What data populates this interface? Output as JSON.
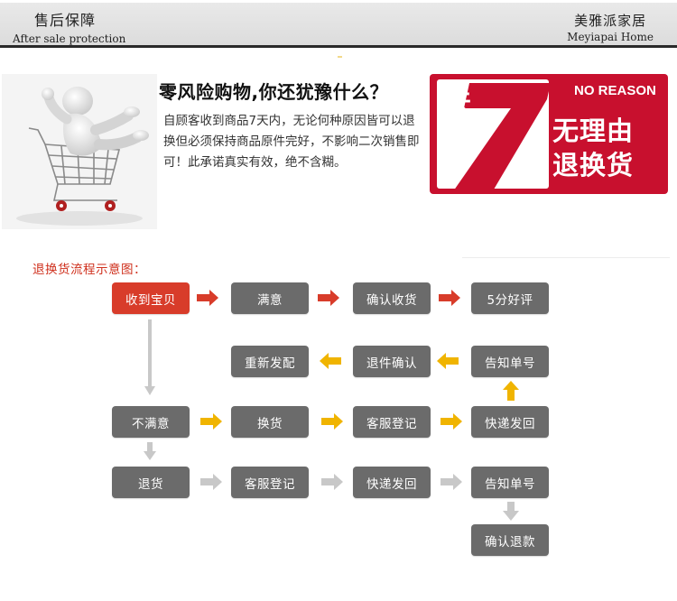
{
  "header": {
    "left_cn": "售后保障",
    "left_en": "After sale protection",
    "right_cn": "美雅派家居",
    "right_en": "Meyiapai Home"
  },
  "promo": {
    "title": "零风险购物,你还犹豫什么？",
    "body": "自顾客收到商品7天内，无论何种原因皆可以退换但必须保持商品原件完好，不影响二次销售即可！此承诺真实有效，绝不含糊。"
  },
  "badge": {
    "number": "7",
    "day": "天",
    "tag": "NO REASON",
    "line1": "无理由",
    "line2": "退换货",
    "red": "#c8102e"
  },
  "flow": {
    "title": "退换货流程示意图：",
    "colors": {
      "active": "#d83c2a",
      "box": "#6b6b6b",
      "arrow_red": "#d83c2a",
      "arrow_yellow": "#f0b400",
      "arrow_gray": "#c8c8c8"
    },
    "row1": [
      "收到宝贝",
      "满意",
      "确认收货",
      "5分好评"
    ],
    "row2": [
      "重新发配",
      "退件确认",
      "告知单号"
    ],
    "row3": [
      "不满意",
      "换货",
      "客服登记",
      "快递发回"
    ],
    "row4": [
      "退货",
      "客服登记",
      "快递发回",
      "告知单号"
    ],
    "final": "确认退款"
  }
}
